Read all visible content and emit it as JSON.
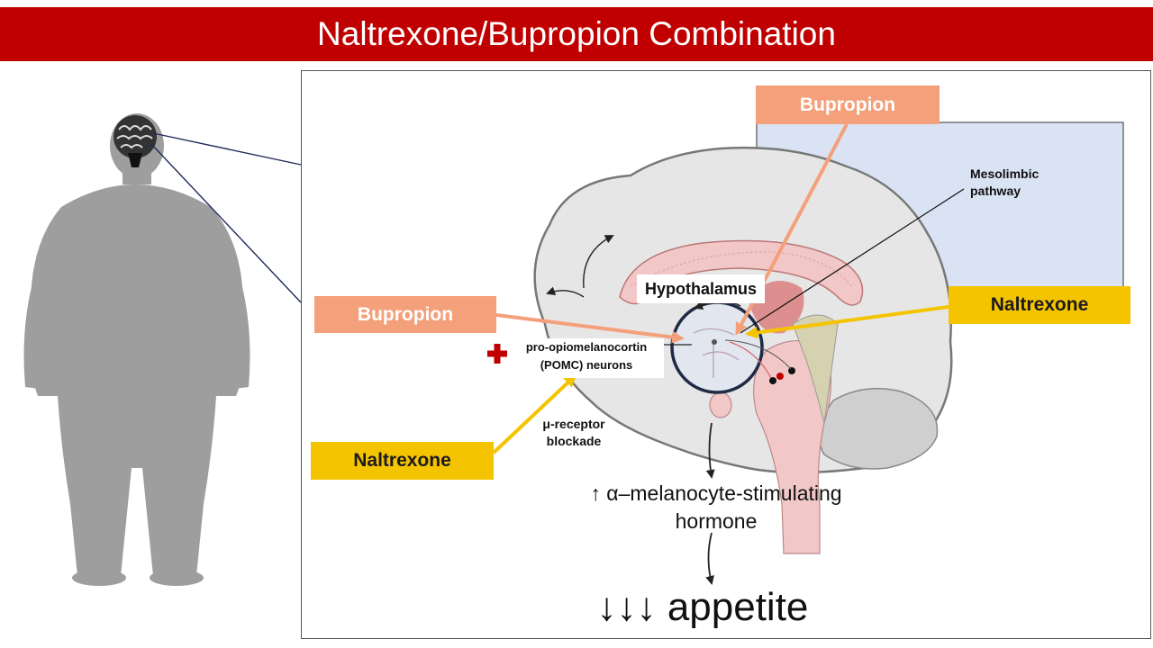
{
  "title": "Naltrexone/Bupropion Combination",
  "labels": {
    "bupropion_top": "Bupropion",
    "bupropion_left": "Bupropion",
    "naltrexone_right": "Naltrexone",
    "naltrexone_left": "Naltrexone",
    "hypothalamus": "Hypothalamus",
    "mesolimbic_line1": "Mesolimbic",
    "mesolimbic_line2": "pathway",
    "pomc_line1": "pro-opiomelanocortin",
    "pomc_line2": "(POMC) neurons",
    "mu_line1": "μ-receptor",
    "mu_line2": "blockade",
    "msh_line1": "↑ α–melanocyte-stimulating",
    "msh_line2": "hormone",
    "appetite": "↓↓↓ appetite"
  },
  "colors": {
    "title_bar": "#c00000",
    "bupropion": "#f4a07a",
    "naltrexone": "#f5c400",
    "plus_sign": "#c00000",
    "silhouette": "#9e9e9e",
    "brain_outer": "#e6e6e6",
    "mesolimbic_panel": "#dae3f3"
  },
  "icons": {
    "plus": "plus-icon",
    "person": "person-silhouette-icon",
    "brain": "brain-icon"
  }
}
